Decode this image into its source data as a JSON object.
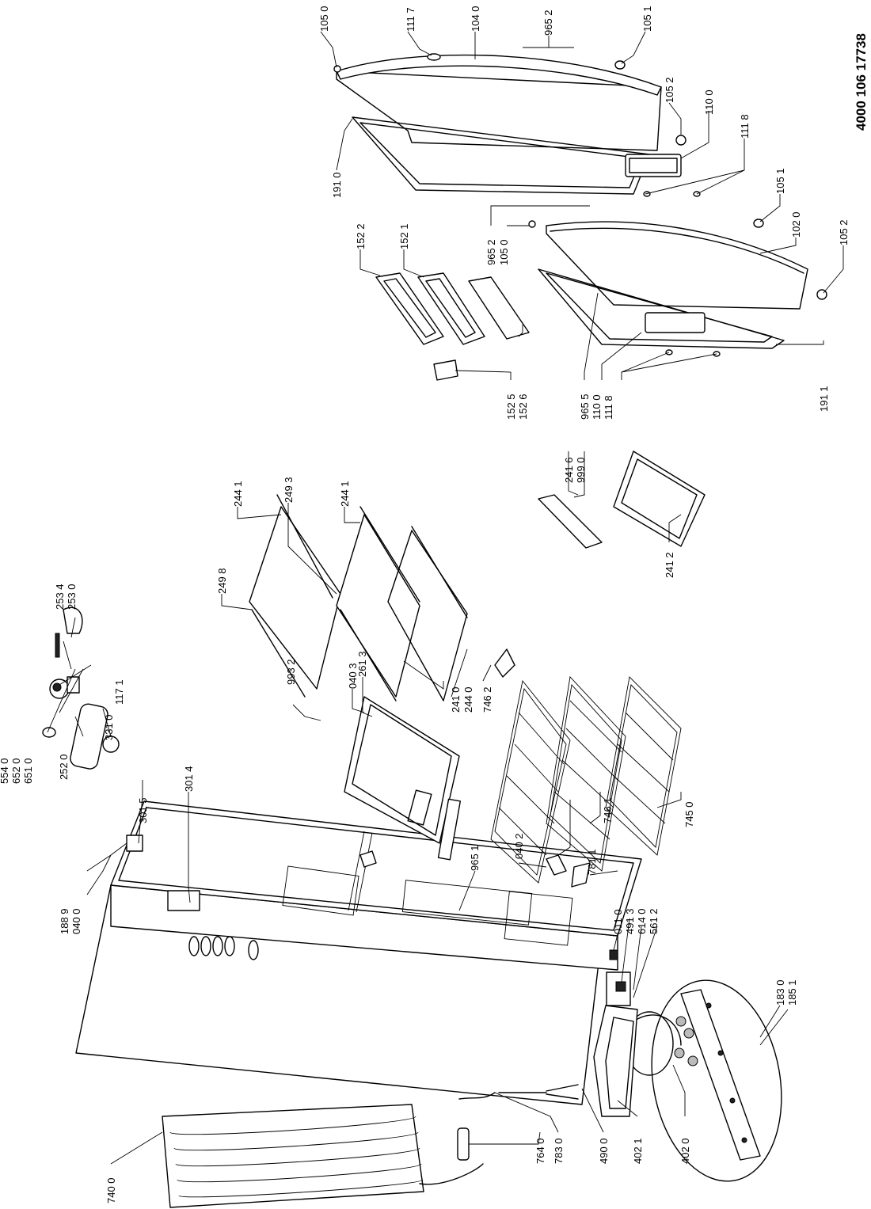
{
  "document_code": "4000 106 17738",
  "callouts": [
    "105 0",
    "111 7",
    "104 0",
    "965 2",
    "105 1",
    "105 2",
    "110 0",
    "111 8",
    "191 0",
    "105 1",
    "102 0",
    "965 2",
    "105 0",
    "105 2",
    "152 2",
    "152 1",
    "152 5",
    "152 6",
    "965 5",
    "110 0",
    "111 8",
    "191 1",
    "241 6",
    "999 0",
    "241 2",
    "244 1",
    "249 3",
    "249 8",
    "244 1",
    "241 0",
    "244 0",
    "746 2",
    "261 3",
    "745 0",
    "746 1",
    "781 1",
    "253 4",
    "253 0",
    "117 1",
    "554 0",
    "652 0",
    "651 0",
    "252 0",
    "331 0",
    "301 5",
    "993 2",
    "040 3",
    "301 4",
    "188 9",
    "040 0",
    "040 2",
    "965 1",
    "011 0",
    "491 3",
    "614 0",
    "561 2",
    "183 0",
    "185 1",
    "402 1",
    "402 0",
    "490 0",
    "783 0",
    "764 0",
    "740 0"
  ]
}
